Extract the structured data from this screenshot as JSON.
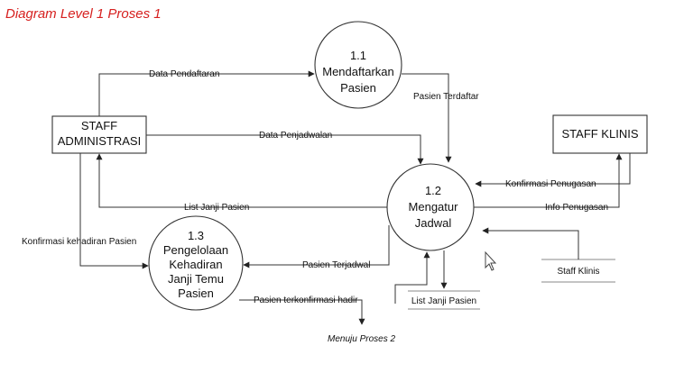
{
  "title": "Diagram Level 1 Proses 1",
  "entities": {
    "staff_admin": [
      "STAFF",
      "ADMINISTRASI"
    ],
    "staff_klinis": "STAFF KLINIS"
  },
  "processes": {
    "p11": {
      "number": "1.1",
      "lines": [
        "Mendaftarkan",
        "Pasien"
      ]
    },
    "p12": {
      "number": "1.2",
      "lines": [
        "Mengatur",
        "Jadwal"
      ]
    },
    "p13": {
      "number": "1.3",
      "lines": [
        "Pengelolaan",
        "Kehadiran",
        "Janji Temu",
        "Pasien"
      ]
    }
  },
  "stores": {
    "list_janji": "List Janji Pasien",
    "staff_klinis": "Staff Klinis"
  },
  "flows": {
    "data_pendaftaran": "Data Pendaftaran",
    "pasien_terdaftar": "Pasien Terdaftar",
    "data_penjadwalan": "Data Penjadwalan",
    "konfirmasi_penugasan": "Konfirmasi Penugasan",
    "info_penugasan": "Info Penugasan",
    "list_janji_pasien": "List Janji Pasien",
    "konfirmasi_kehadiran": "Konfirmasi kehadiran Pasien",
    "pasien_terjadwal": "Pasien Terjadwal",
    "pasien_terkonfirmasi": "Pasien terkonfirmasi hadir"
  },
  "note": "Menuju Proses 2"
}
